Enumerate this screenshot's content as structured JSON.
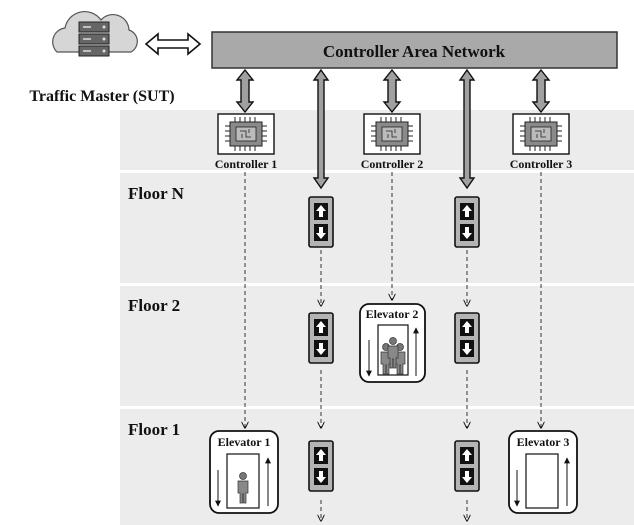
{
  "network": {
    "label": "Controller Area Network"
  },
  "master": {
    "label": "Traffic Master (SUT)",
    "icon": "server-cloud-icon"
  },
  "controllers": [
    {
      "label": "Controller 1",
      "icon": "chip-icon"
    },
    {
      "label": "Controller 2",
      "icon": "chip-icon"
    },
    {
      "label": "Controller 3",
      "icon": "chip-icon"
    }
  ],
  "floors": [
    {
      "label": "Floor N"
    },
    {
      "label": "Floor 2"
    },
    {
      "label": "Floor 1"
    }
  ],
  "elevators": [
    {
      "label": "Elevator 2",
      "occupants": 3
    },
    {
      "label": "Elevator 1",
      "occupants": 1
    },
    {
      "label": "Elevator 3",
      "occupants": 0
    }
  ],
  "colors": {
    "band": "#ececec",
    "network_bar": "#a9a9a9",
    "panel": "#b4b4b4",
    "ink": "#111111"
  }
}
